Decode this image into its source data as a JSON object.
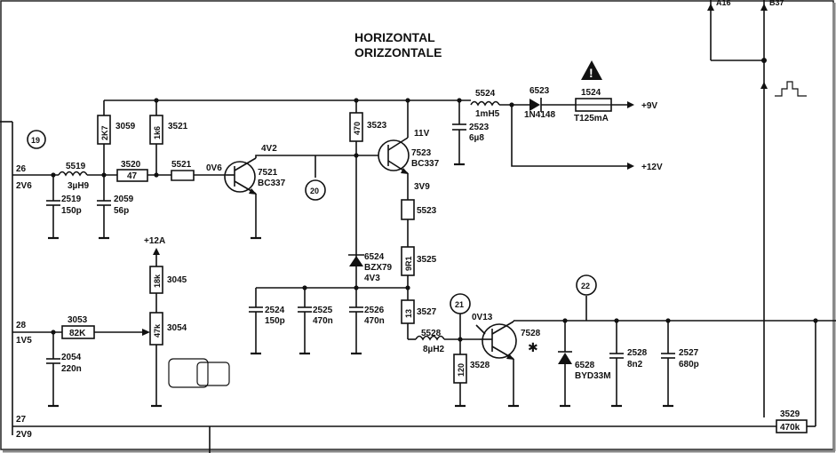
{
  "title": {
    "line1": "HORIZONTAL",
    "line2": "ORIZZONTALE"
  },
  "top_right": {
    "label_a": "A16",
    "label_b": "B37"
  },
  "nets": {
    "n26": "26",
    "n26_v": "2V6",
    "n28": "28",
    "n28_v": "1V5",
    "n27": "27",
    "n27_v": "2V9"
  },
  "test_points": {
    "tp19": "19",
    "tp20": "20",
    "tp21": "21",
    "tp22": "22"
  },
  "rails": {
    "plus9v": "+9V",
    "plus12v": "+12V",
    "plus12a": "+12A"
  },
  "voltages": {
    "v4v2": "4V2",
    "v0v6": "0V6",
    "v11v": "11V",
    "v3v9": "3V9",
    "v0v13": "0V13"
  },
  "components": {
    "c5519": {
      "ref": "5519",
      "val": "3µH9"
    },
    "c3520": {
      "ref": "3520",
      "val": "47"
    },
    "c3059": {
      "ref": "3059",
      "val": "2K7"
    },
    "c3521": {
      "ref": "3521",
      "val": "1k6"
    },
    "c5521": {
      "ref": "5521"
    },
    "c2519": {
      "ref": "2519",
      "val": "150p"
    },
    "c2059": {
      "ref": "2059",
      "val": "56p"
    },
    "c7521": {
      "ref": "7521",
      "val": "BC337"
    },
    "c3523": {
      "ref": "3523",
      "val": "470"
    },
    "c7523": {
      "ref": "7523",
      "val": "BC337"
    },
    "c5523": {
      "ref": "5523"
    },
    "c3525": {
      "ref": "3525",
      "val": "9R1"
    },
    "c3527": {
      "ref": "3527",
      "val": "13"
    },
    "c6524": {
      "ref": "6524",
      "val": "BZX79",
      "val2": "4V3"
    },
    "c2524": {
      "ref": "2524",
      "val": "150p"
    },
    "c2525": {
      "ref": "2525",
      "val": "470n"
    },
    "c2526": {
      "ref": "2526",
      "val": "470n"
    },
    "c5524": {
      "ref": "5524",
      "val": "1mH5"
    },
    "c2523": {
      "ref": "2523",
      "val": "6µ8"
    },
    "c6523": {
      "ref": "6523",
      "val": "1N4148"
    },
    "c1524": {
      "ref": "1524",
      "val": "T125mA"
    },
    "c3045": {
      "ref": "3045",
      "val": "18k"
    },
    "c3054": {
      "ref": "3054",
      "val": "47k"
    },
    "c3053": {
      "ref": "3053",
      "val": "82K"
    },
    "c2054": {
      "ref": "2054",
      "val": "220n"
    },
    "c5528": {
      "ref": "5528",
      "val": "8µH2"
    },
    "c3528": {
      "ref": "3528",
      "val": "120"
    },
    "c7528": {
      "ref": "7528"
    },
    "c6528": {
      "ref": "6528",
      "val": "BYD33M"
    },
    "c2528": {
      "ref": "2528",
      "val": "8n2"
    },
    "c2527": {
      "ref": "2527",
      "val": "680p"
    },
    "c3529": {
      "ref": "3529",
      "val": "470k"
    }
  }
}
